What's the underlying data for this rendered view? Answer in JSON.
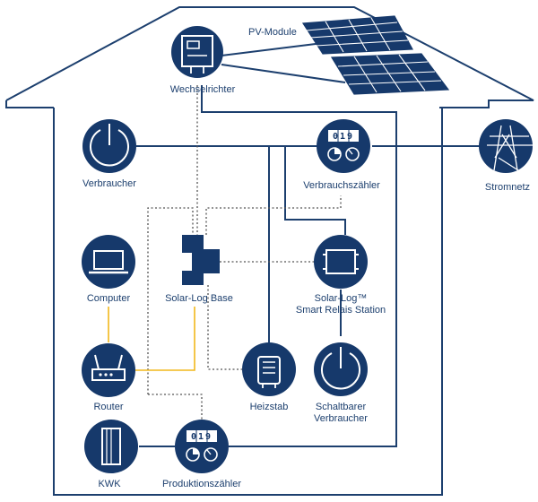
{
  "labels": {
    "pv_modules": "PV-Module",
    "inverter": "Wechselrichter",
    "consumer": "Verbraucher",
    "consumption_meter": "Verbrauchszähler",
    "grid": "Stromnetz",
    "computer": "Computer",
    "solarlog_base": "Solar-Log Base",
    "relais_line1": "Solar-Log™",
    "relais_line2": "Smart Relais Station",
    "router": "Router",
    "heater": "Heizstab",
    "switchable_line1": "Schaltbarer",
    "switchable_line2": "Verbraucher",
    "chp": "KWK",
    "production_meter": "Produktionszähler"
  },
  "meter_digits": "019",
  "colors": {
    "navy": "#16396b",
    "line": "#1c3f6e",
    "yellow": "#f2b81c",
    "dotted": "#555555",
    "white": "#ffffff"
  }
}
